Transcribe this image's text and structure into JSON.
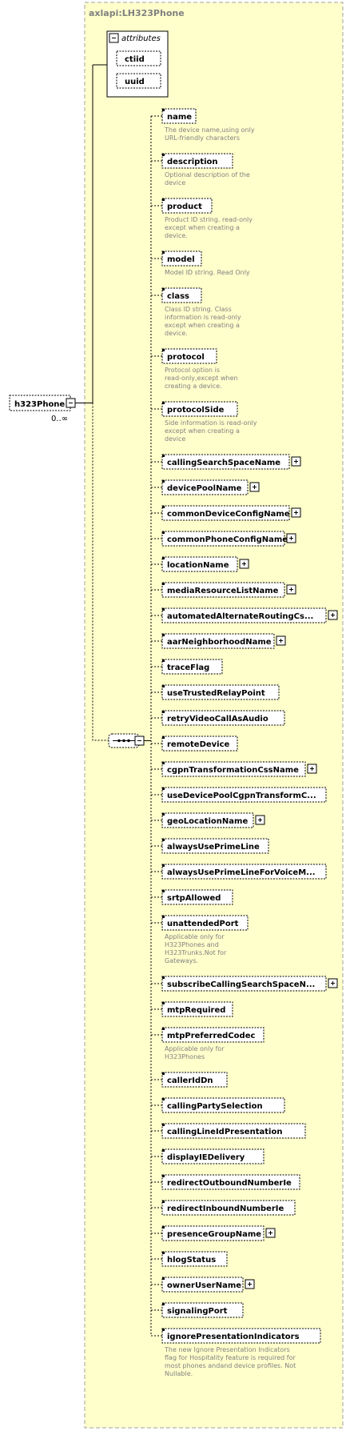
{
  "type_name": "axlapi:LH323Phone",
  "attributes_box": {
    "title": "attributes",
    "items": [
      "ctiid",
      "uuid"
    ]
  },
  "root_element": {
    "name": "h323Phone",
    "occurrence": "0..∞"
  },
  "elements": [
    {
      "name": "name",
      "expandable": false,
      "desc": [
        "The device name,using only",
        "URL-friendly characters"
      ]
    },
    {
      "name": "description",
      "expandable": false,
      "desc": [
        "Optional description of the",
        "device"
      ]
    },
    {
      "name": "product",
      "expandable": false,
      "desc": [
        "Product ID string. read-only",
        "except when creating a",
        "device."
      ]
    },
    {
      "name": "model",
      "expandable": false,
      "desc": [
        "Model ID string. Read Only"
      ]
    },
    {
      "name": "class",
      "expandable": false,
      "desc": [
        "Class ID string. Class",
        "information is read-only",
        "except when creating a",
        "device."
      ]
    },
    {
      "name": "protocol",
      "expandable": false,
      "desc": [
        "Protocol option is",
        "read-only,except when",
        "creating a device."
      ]
    },
    {
      "name": "protocolSide",
      "expandable": false,
      "desc": [
        "Side information is read-only",
        "except when creating a",
        "device"
      ]
    },
    {
      "name": "callingSearchSpaceName",
      "expandable": true,
      "desc": []
    },
    {
      "name": "devicePoolName",
      "expandable": true,
      "desc": []
    },
    {
      "name": "commonDeviceConfigName",
      "expandable": true,
      "desc": []
    },
    {
      "name": "commonPhoneConfigName",
      "expandable": true,
      "desc": []
    },
    {
      "name": "locationName",
      "expandable": true,
      "desc": []
    },
    {
      "name": "mediaResourceListName",
      "expandable": true,
      "desc": []
    },
    {
      "name": "automatedAlternateRoutingCs...",
      "expandable": true,
      "desc": []
    },
    {
      "name": "aarNeighborhoodName",
      "expandable": true,
      "desc": []
    },
    {
      "name": "traceFlag",
      "expandable": false,
      "desc": []
    },
    {
      "name": "useTrustedRelayPoint",
      "expandable": false,
      "desc": []
    },
    {
      "name": "retryVideoCallAsAudio",
      "expandable": false,
      "desc": []
    },
    {
      "name": "remoteDevice",
      "expandable": false,
      "desc": []
    },
    {
      "name": "cgpnTransformationCssName",
      "expandable": true,
      "desc": []
    },
    {
      "name": "useDevicePoolCgpnTransformC...",
      "expandable": false,
      "desc": []
    },
    {
      "name": "geoLocationName",
      "expandable": true,
      "desc": []
    },
    {
      "name": "alwaysUsePrimeLine",
      "expandable": false,
      "desc": []
    },
    {
      "name": "alwaysUsePrimeLineForVoiceM...",
      "expandable": false,
      "desc": []
    },
    {
      "name": "srtpAllowed",
      "expandable": false,
      "desc": []
    },
    {
      "name": "unattendedPort",
      "expandable": false,
      "desc": [
        "Applicable only for",
        "H323Phones and",
        "H323Trunks.Not for",
        "Gateways."
      ]
    },
    {
      "name": "subscribeCallingSearchSpaceN...",
      "expandable": true,
      "desc": []
    },
    {
      "name": "mtpRequired",
      "expandable": false,
      "desc": []
    },
    {
      "name": "mtpPreferredCodec",
      "expandable": false,
      "desc": [
        "Applicable only for",
        "H323Phones"
      ]
    },
    {
      "name": "callerIdDn",
      "expandable": false,
      "desc": []
    },
    {
      "name": "callingPartySelection",
      "expandable": false,
      "desc": []
    },
    {
      "name": "callingLineIdPresentation",
      "expandable": false,
      "desc": []
    },
    {
      "name": "displayIEDelivery",
      "expandable": false,
      "desc": []
    },
    {
      "name": "redirectOutboundNumberIe",
      "expandable": false,
      "desc": []
    },
    {
      "name": "redirectInboundNumberIe",
      "expandable": false,
      "desc": []
    },
    {
      "name": "presenceGroupName",
      "expandable": true,
      "desc": []
    },
    {
      "name": "hlogStatus",
      "expandable": false,
      "desc": []
    },
    {
      "name": "ownerUserName",
      "expandable": true,
      "desc": []
    },
    {
      "name": "signalingPort",
      "expandable": false,
      "desc": []
    },
    {
      "name": "ignorePresentationIndicators",
      "expandable": false,
      "desc": [
        "The new Ignore Presentation Indicators",
        "flag for Hospitality feature is required for",
        "most phones andand device profiles. Not",
        "Nullable."
      ]
    }
  ],
  "colors": {
    "panel_fill": "#ffffcc",
    "panel_border": "#b3b3b3",
    "box_fill": "#ffffff",
    "line": "#000000",
    "desc_text": "#808080"
  }
}
